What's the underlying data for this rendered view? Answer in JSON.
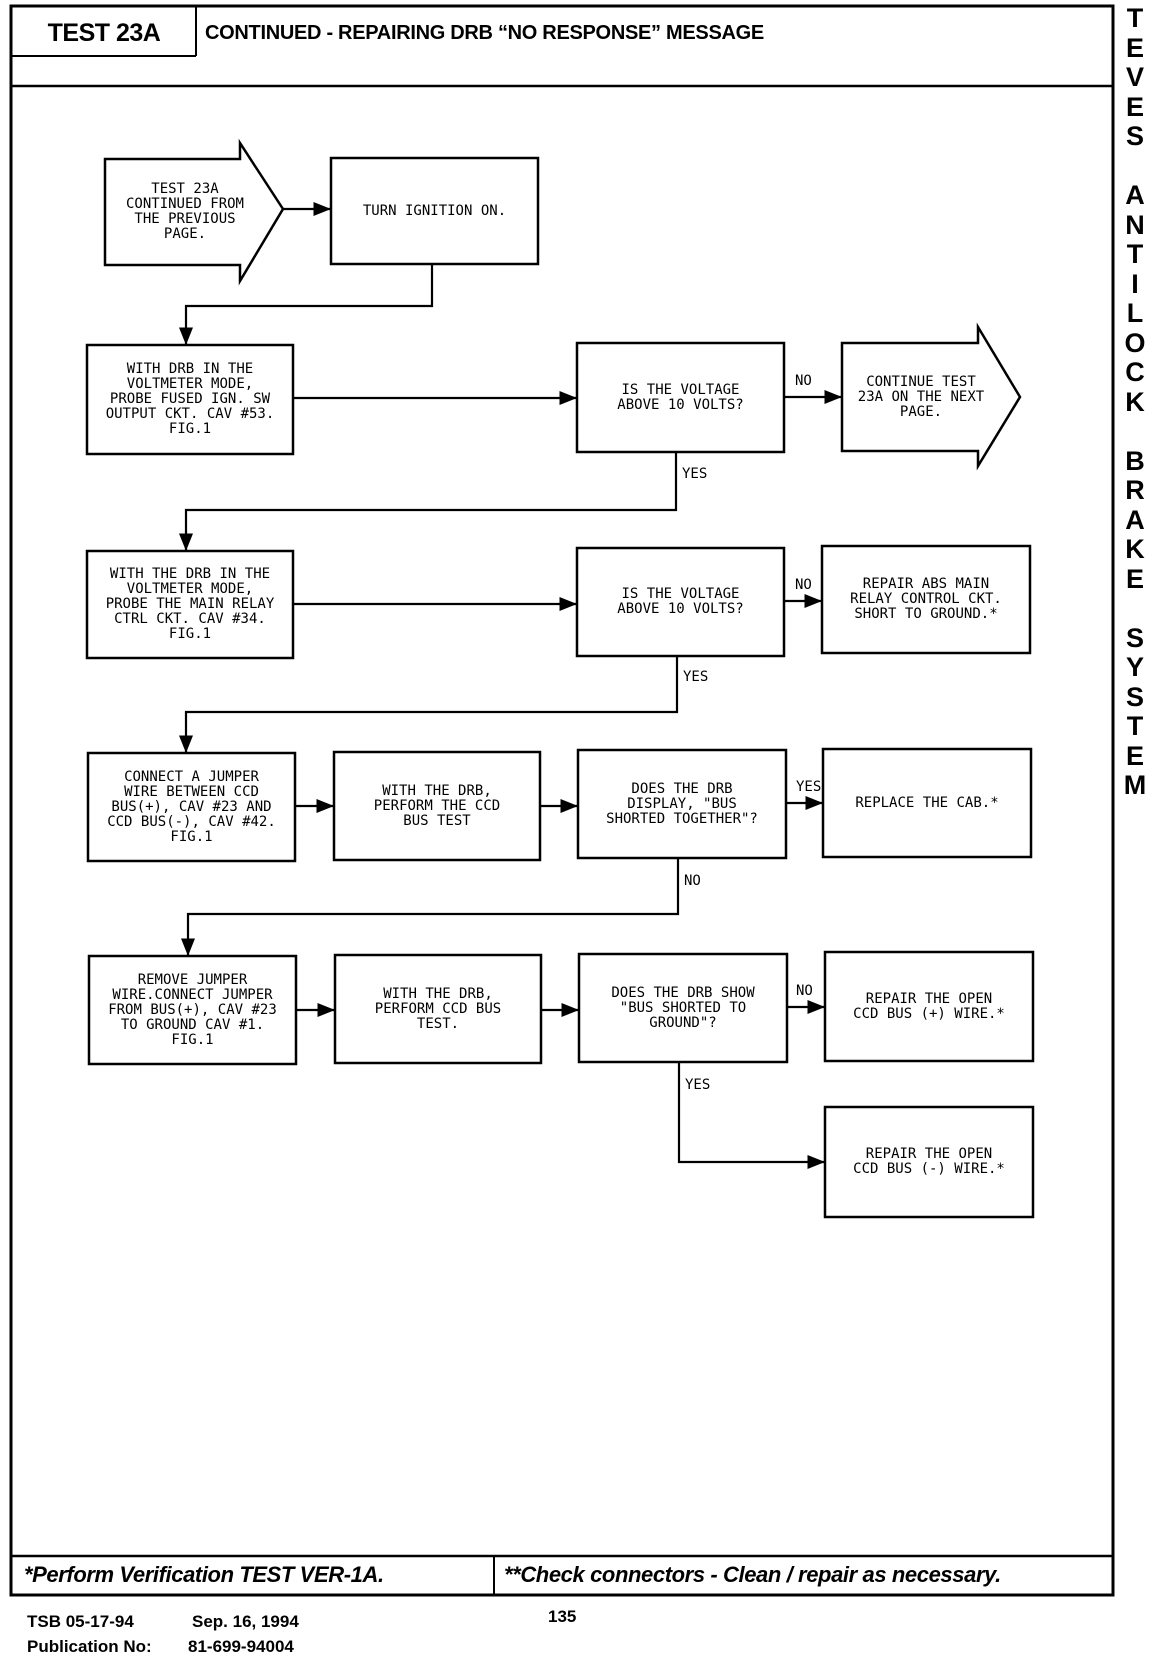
{
  "header": {
    "test_label": "TEST 23A",
    "title": "CONTINUED - REPAIRING DRB “NO RESPONSE” MESSAGE"
  },
  "side_title": [
    "T",
    "E",
    "V",
    "E",
    "S",
    "",
    "A",
    "N",
    "T",
    "I",
    "L",
    "O",
    "C",
    "K",
    "",
    "B",
    "R",
    "A",
    "K",
    "E",
    "",
    "S",
    "Y",
    "S",
    "T",
    "E",
    "M"
  ],
  "nodes": {
    "start": "TEST 23A\nCONTINUED FROM\nTHE PREVIOUS\nPAGE.",
    "turn_ignition": "TURN IGNITION ON.",
    "probe_fused": "WITH DRB IN THE\nVOLTMETER MODE,\nPROBE FUSED IGN. SW\nOUTPUT CKT. CAV #53.\nFIG.1",
    "decision_1": "IS THE VOLTAGE\nABOVE 10 VOLTS?",
    "continue_next": "CONTINUE TEST\n23A ON THE NEXT\nPAGE.",
    "probe_main_relay": "WITH THE DRB IN THE\nVOLTMETER MODE,\nPROBE THE MAIN RELAY\nCTRL CKT. CAV #34.\nFIG.1",
    "decision_2": "IS THE VOLTAGE\nABOVE 10 VOLTS?",
    "repair_abs_relay": "REPAIR ABS MAIN\nRELAY CONTROL CKT.\nSHORT TO GROUND.*",
    "connect_jumper": "CONNECT A JUMPER\nWIRE BETWEEN CCD\nBUS(+), CAV #23 AND\nCCD BUS(-), CAV #42.\nFIG.1",
    "perform_bus_test_1": "WITH THE DRB,\nPERFORM THE CCD\nBUS TEST",
    "decision_3": "DOES THE DRB\nDISPLAY, \"BUS\nSHORTED TOGETHER\"?",
    "replace_cab": "REPLACE THE CAB.*",
    "remove_jumper": "REMOVE JUMPER\nWIRE.CONNECT JUMPER\nFROM BUS(+), CAV #23\nTO GROUND CAV #1.\nFIG.1",
    "perform_bus_test_2": "WITH THE DRB,\nPERFORM CCD BUS\nTEST.",
    "decision_4": "DOES THE DRB SHOW\n\"BUS SHORTED TO\nGROUND\"?",
    "repair_open_plus": "REPAIR THE OPEN\nCCD BUS (+) WIRE.*",
    "repair_open_minus": "REPAIR THE OPEN\nCCD BUS (-) WIRE.*"
  },
  "edge_labels": {
    "no_1": "NO",
    "yes_1": "YES",
    "no_2": "NO",
    "yes_2": "YES",
    "yes_3": "YES",
    "no_3": "NO",
    "no_4": "NO",
    "yes_4": "YES"
  },
  "footer": {
    "verification": "*Perform Verification TEST VER-1A.",
    "connectors": "**Check connectors - Clean / repair as necessary.",
    "tsb": "TSB 05-17-94",
    "date": "Sep. 16, 1994",
    "page_number": "135",
    "publication_label": "Publication No:",
    "publication_number": "81-699-94004"
  }
}
